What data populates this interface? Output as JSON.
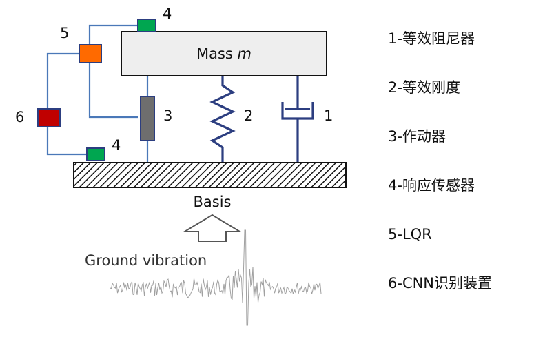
{
  "diagram": {
    "mass_label": "Mass ",
    "mass_symbol": "m",
    "basis_label": "Basis",
    "ground_label": "Ground vibration",
    "callouts": {
      "damper": "1",
      "spring": "2",
      "actuator": "3",
      "sensor_top": "4",
      "sensor_bottom": "4",
      "lqr": "5",
      "cnn": "6"
    },
    "legend": [
      "1-等效阻尼器",
      "2-等效刚度",
      "3-作动器",
      "4-响应传感器",
      "5-LQR",
      "6-CNN识别装置"
    ]
  },
  "colors": {
    "mass_fill": "#eeeeee",
    "sensor": "#00a650",
    "lqr": "#ff6a00",
    "cnn": "#c00000",
    "actuator": "#6e6e6e",
    "wire": "#4a78b8",
    "spring_damper": "#2c3e80",
    "waveform": "#a0a0a0"
  }
}
